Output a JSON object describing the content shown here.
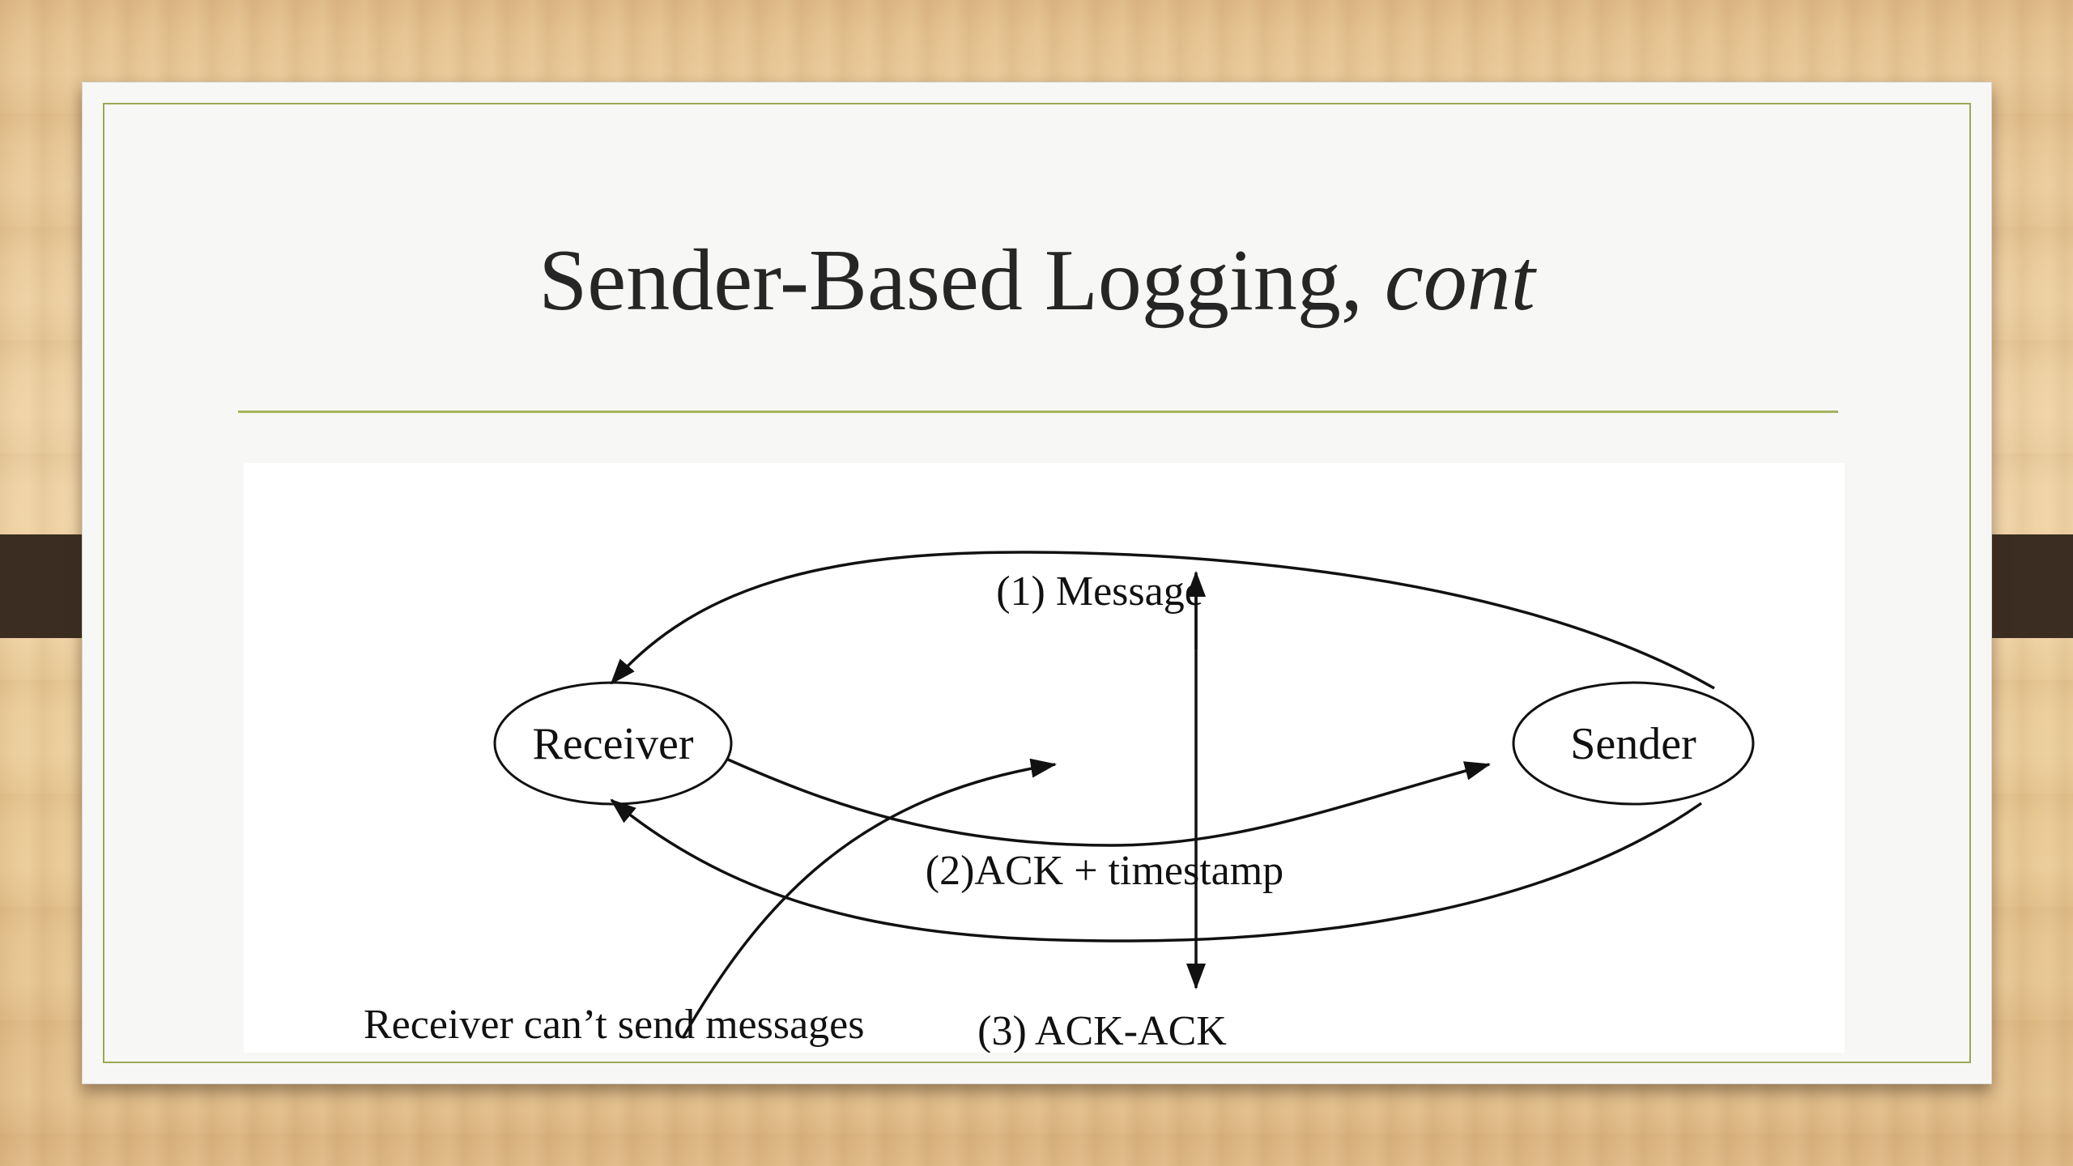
{
  "slide": {
    "title_main": "Sender-Based Logging, ",
    "title_italic": "cont"
  },
  "diagram": {
    "nodes": {
      "receiver": "Receiver",
      "sender": "Sender"
    },
    "edges": {
      "message": "(1) Message",
      "ack_timestamp": "(2)ACK + timestamp",
      "ack_ack": "(3) ACK-ACK"
    },
    "note": "Receiver can’t send messages"
  }
}
